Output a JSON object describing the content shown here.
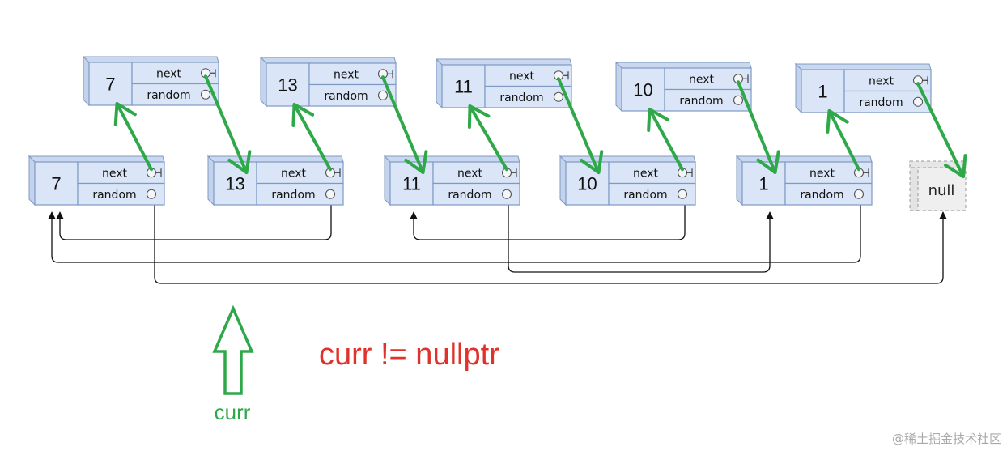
{
  "labels": {
    "next": "next",
    "random": "random"
  },
  "copied_list": [
    "7",
    "13",
    "11",
    "10",
    "1"
  ],
  "original_list": [
    "7",
    "13",
    "11",
    "10",
    "1"
  ],
  "null_label": "null",
  "condition_text": "curr != nullptr",
  "pointer_label": "curr",
  "watermark": "@稀土掘金技术社区",
  "colors": {
    "node_fill": "#dae6f7",
    "node_stroke": "#7f99c4",
    "arrow_green": "#2fa84a",
    "condition_red": "#e0312b",
    "null_fill": "#efefef"
  }
}
